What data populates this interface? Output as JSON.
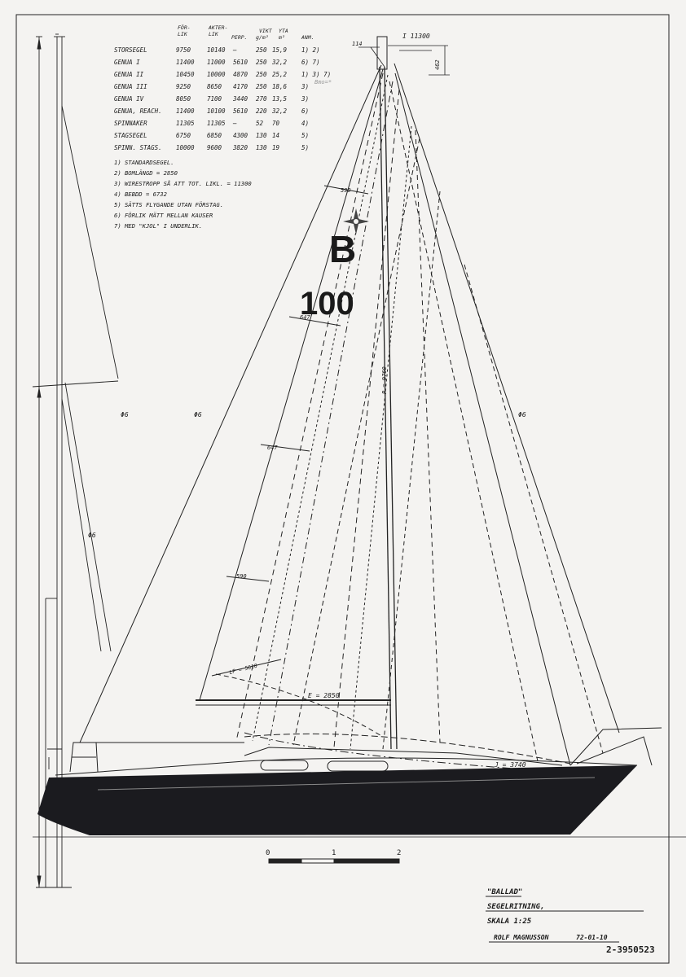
{
  "sail_table": {
    "headers": {
      "forlik": "FÖR-\nLIK",
      "akterlik": "AKTER-\nLIK",
      "perp": "PERP.",
      "vikt": "VIKT",
      "vikt_unit": "g/m²",
      "yta": "YTA",
      "yta_unit": "m²",
      "anm": "ANM."
    },
    "rows": [
      {
        "name": "STORSEGEL",
        "forlik": "9750",
        "akterlik": "10140",
        "perp": "—",
        "vikt": "250",
        "yta": "15,9",
        "anm": "1) 2)"
      },
      {
        "name": "GENUA I",
        "forlik": "11400",
        "akterlik": "11000",
        "perp": "5610",
        "vikt": "250",
        "yta": "32,2",
        "anm": "6) 7)"
      },
      {
        "name": "GENUA II",
        "forlik": "10450",
        "akterlik": "10000",
        "perp": "4870",
        "vikt": "250",
        "yta": "25,2",
        "anm": "1) 3) 7)"
      },
      {
        "name": "GENUA III",
        "forlik": "9250",
        "akterlik": "8650",
        "perp": "4170",
        "vikt": "250",
        "yta": "18,6",
        "anm": "3)"
      },
      {
        "name": "GENUA IV",
        "forlik": "8050",
        "akterlik": "7100",
        "perp": "3440",
        "vikt": "270",
        "yta": "13,5",
        "anm": "3)"
      },
      {
        "name": "GENUA, REACH.",
        "forlik": "11400",
        "akterlik": "10100",
        "perp": "5610",
        "vikt": "220",
        "yta": "32,2",
        "anm": "6)"
      },
      {
        "name": "SPINNAKER",
        "forlik": "11305",
        "akterlik": "11305",
        "perp": "—",
        "vikt": "52",
        "yta": "70",
        "anm": "4)"
      },
      {
        "name": "STAGSEGEL",
        "forlik": "6750",
        "akterlik": "6850",
        "perp": "4300",
        "vikt": "130",
        "yta": "14",
        "anm": "5)"
      },
      {
        "name": "SPINN. STAGS.",
        "forlik": "10000",
        "akterlik": "9600",
        "perp": "3820",
        "vikt": "130",
        "yta": "19",
        "anm": "5)"
      }
    ],
    "pencil_note": "Bmo=*"
  },
  "notes": [
    "1) STANDARDSEGEL.",
    "2) BOMLÄNGD = 2850",
    "3) WIRESTROPP SÅ ATT TOT. LIKL. = 11300",
    "4) BEBDD = 6732",
    "5) SÄTTS FLYGANDE UTAN FÖRSTAG.",
    "6) FÖRLIK MÄTT MELLAN KAUSER",
    "7) MED \"KJOL\" I UNDERLIK."
  ],
  "sail_marks": {
    "class_letter": "B",
    "sail_number": "100"
  },
  "dimensions": {
    "i": "I 11300",
    "top_small": "114",
    "top_side": "462",
    "p": "P = 9760",
    "e": "E = 2850",
    "j": "J = 3740",
    "lp": "LP = 5610",
    "batten_590_top": "590",
    "batten_647_a": "647",
    "batten_647_b": "647",
    "batten_590_bottom": "590",
    "wire_left_a": "Φ6",
    "wire_left_b": "Φ6",
    "wire_mid": "Φ6",
    "wire_right": "Φ6"
  },
  "scale_bar": {
    "labels": [
      "0",
      "1",
      "2"
    ]
  },
  "title_block": {
    "name": "\"BALLAD\"",
    "title": "SEGELRITNING,",
    "scale": "SKALA 1:25",
    "author": "ROLF MAGNUSSON",
    "date": "72-01-10",
    "drawing_number": "2-3950523"
  },
  "colors": {
    "ink": "#1a1a1a",
    "paper": "#f4f3f1",
    "hull": "#1b1b1f"
  }
}
